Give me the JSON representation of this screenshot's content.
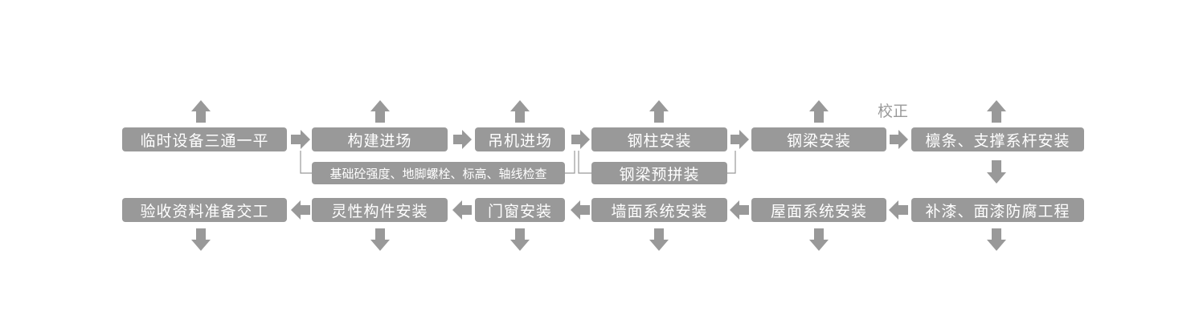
{
  "colors": {
    "box": "#999999",
    "text": "#ffffff",
    "arrow": "#999999",
    "line": "#999999"
  },
  "row1": {
    "step1": "临时设备三通一平",
    "step2": "构建进场",
    "step3": "吊机进场",
    "step4": "钢柱安装",
    "step5": "钢梁安装",
    "step6": "檩条、支撑系杆安装"
  },
  "sub": {
    "foundation": "基础砼强度、地脚螺栓、标高、轴线检查",
    "beam_preassembly": "钢梁预拼装"
  },
  "annotation": {
    "correction": "校正"
  },
  "row2": {
    "step7": "补漆、面漆防腐工程",
    "step8": "屋面系统安装",
    "step9": "墙面系统安装",
    "step10": "门窗安装",
    "step11": "灵性构件安装",
    "step12": "验收资料准备交工"
  }
}
